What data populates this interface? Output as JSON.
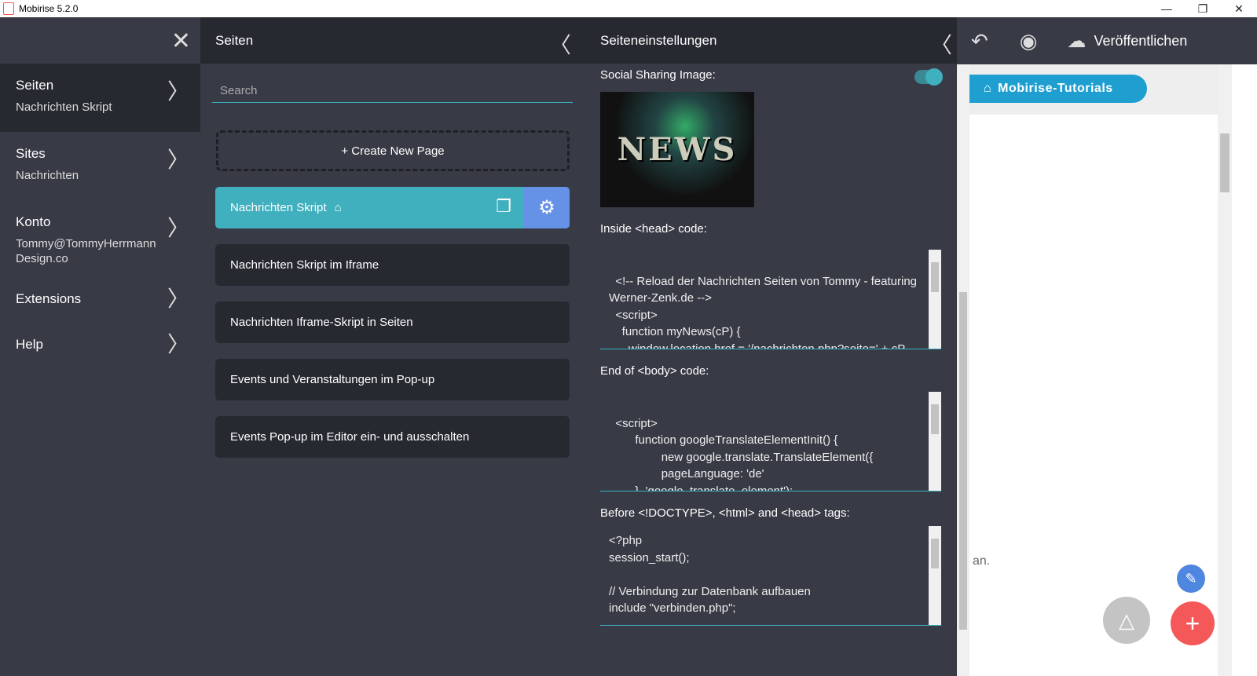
{
  "window": {
    "title": "Mobirise 5.2.0",
    "minimize": "—",
    "restore": "❐",
    "close": "✕"
  },
  "sidebar": {
    "items": [
      {
        "title": "Seiten",
        "subtitle": "Nachrichten Skript"
      },
      {
        "title": "Sites",
        "subtitle": "Nachrichten"
      },
      {
        "title": "Konto",
        "subtitle": "Tommy@TommyHerrmannDesign.co"
      },
      {
        "title": "Extensions",
        "subtitle": ""
      },
      {
        "title": "Help",
        "subtitle": ""
      }
    ]
  },
  "pages": {
    "title": "Seiten",
    "search_placeholder": "Search",
    "create_label": "+ Create New Page",
    "items": [
      "Nachrichten Skript",
      "Nachrichten Skript im Iframe",
      "Nachrichten Iframe-Skript in Seiten",
      "Events und Veranstaltungen im Pop-up",
      "Events Pop-up im Editor ein- und ausschalten"
    ]
  },
  "settings": {
    "title": "Seiteneinstellungen",
    "social_label": "Social Sharing Image:",
    "social_enabled": true,
    "image_text": "NEWS",
    "head_label": "Inside <head> code:",
    "head_code": "\n  <!-- Reload der Nachrichten Seiten von Tommy - featuring Werner-Zenk.de -->\n  <script>\n    function myNews(cP) {\n      window.location.href = '/nachrichten.php?seite=' + cP",
    "body_label": "End of <body> code:",
    "body_code": "\n  <script>\n        function googleTranslateElementInit() {\n                new google.translate.TranslateElement({\n                pageLanguage: 'de'\n        }, 'google_translate_element');",
    "doctype_label": "Before <!DOCTYPE>, <html> and <head> tags:",
    "doctype_code": "<?php\nsession_start();\n\n// Verbindung zur Datenbank aufbauen\ninclude \"verbinden.php\";"
  },
  "toolbar": {
    "publish_label": "Veröffentlichen"
  },
  "preview": {
    "tutorials_label": "Mobirise-Tutorials",
    "text_fragment": "an."
  }
}
